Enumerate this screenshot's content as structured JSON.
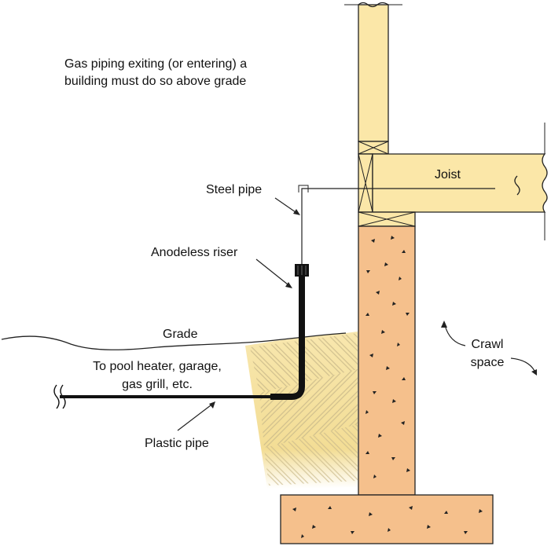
{
  "diagram": {
    "note_line1": "Gas piping exiting (or entering) a",
    "note_line2": "building must do so above grade",
    "labels": {
      "steel_pipe": "Steel pipe",
      "joist": "Joist",
      "anodeless_riser": "Anodeless riser",
      "grade": "Grade",
      "pool_line1": "To pool heater, garage,",
      "pool_line2": "gas grill, etc.",
      "plastic_pipe": "Plastic pipe",
      "crawl": "Crawl",
      "space": "space"
    },
    "colors": {
      "wood": "#fbe7a8",
      "concrete": "#f5c08c",
      "backfill": "#f6e3a6",
      "outline": "#222222",
      "pipe": "#111111"
    }
  }
}
